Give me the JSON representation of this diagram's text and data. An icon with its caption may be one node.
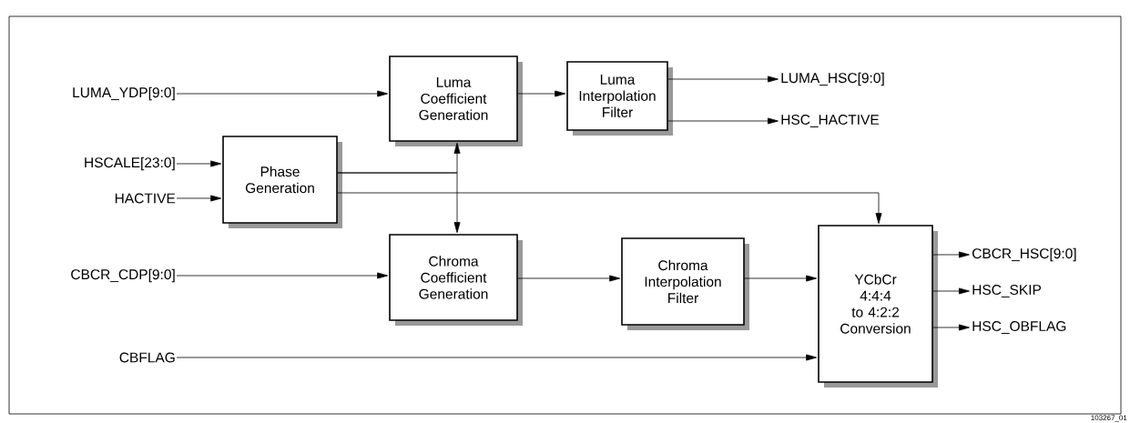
{
  "diagram": {
    "nodes": [
      {
        "text": [
          "LUMA_YDP[9:0]"
        ]
      },
      {
        "text": [
          "Luma Coefficient Generation"
        ]
      },
      {
        "text": [
          "Luma Interpolation Filter"
        ]
      },
      {
        "text": [
          "LUMA_HSC[9:0]"
        ]
      },
      {
        "text": [
          "HSC_HACTIVE"
        ]
      },
      {
        "text": [
          "HSCALE[23:0]"
        ]
      },
      {
        "text": [
          "Phase Generation"
        ]
      },
      {
        "text": [
          "HACTIVE"
        ]
      },
      {
        "text": [
          "CBCR_CDP[9:0]"
        ]
      },
      {
        "text": [
          "Chroma Coefficient Generation"
        ]
      },
      {
        "text": [
          "Chroma Interpolation Filter"
        ]
      },
      {
        "text": [
          "YCbCr 4:4:4 to 4:2:2 Conversion"
        ]
      },
      {
        "text": [
          "CBCR_HSC[9:0]"
        ]
      },
      {
        "text": [
          "HSC_SKIP"
        ]
      },
      {
        "text": [
          "HSC_OBFLAG"
        ]
      },
      {
        "text": [
          "CBFLAG"
        ]
      }
    ],
    "edges": [
      {
        "from": 0,
        "to": 1,
        "arrow": "to"
      },
      {
        "from": 1,
        "to": 2,
        "arrow": "to"
      },
      {
        "from": 2,
        "to": 3,
        "arrow": "to"
      },
      {
        "from": 2,
        "to": 4,
        "arrow": "to"
      },
      {
        "from": 5,
        "to": 6,
        "arrow": "to"
      },
      {
        "from": 7,
        "to": 6,
        "arrow": "to"
      },
      {
        "from": 6,
        "to": 1,
        "arrow": "to"
      },
      {
        "from": 6,
        "to": 9,
        "arrow": "to"
      },
      {
        "from": 6,
        "to": 11,
        "arrow": "to"
      },
      {
        "from": 8,
        "to": 9,
        "arrow": "to"
      },
      {
        "from": 9,
        "to": 10,
        "arrow": "to"
      },
      {
        "from": 10,
        "to": 11,
        "arrow": "to"
      },
      {
        "from": 11,
        "to": 12,
        "arrow": "to"
      },
      {
        "from": 11,
        "to": 13,
        "arrow": "to"
      },
      {
        "from": 11,
        "to": 14,
        "arrow": "to"
      },
      {
        "from": 15,
        "to": 11,
        "arrow": "to"
      }
    ],
    "labels": [
      "103267_01"
    ]
  }
}
